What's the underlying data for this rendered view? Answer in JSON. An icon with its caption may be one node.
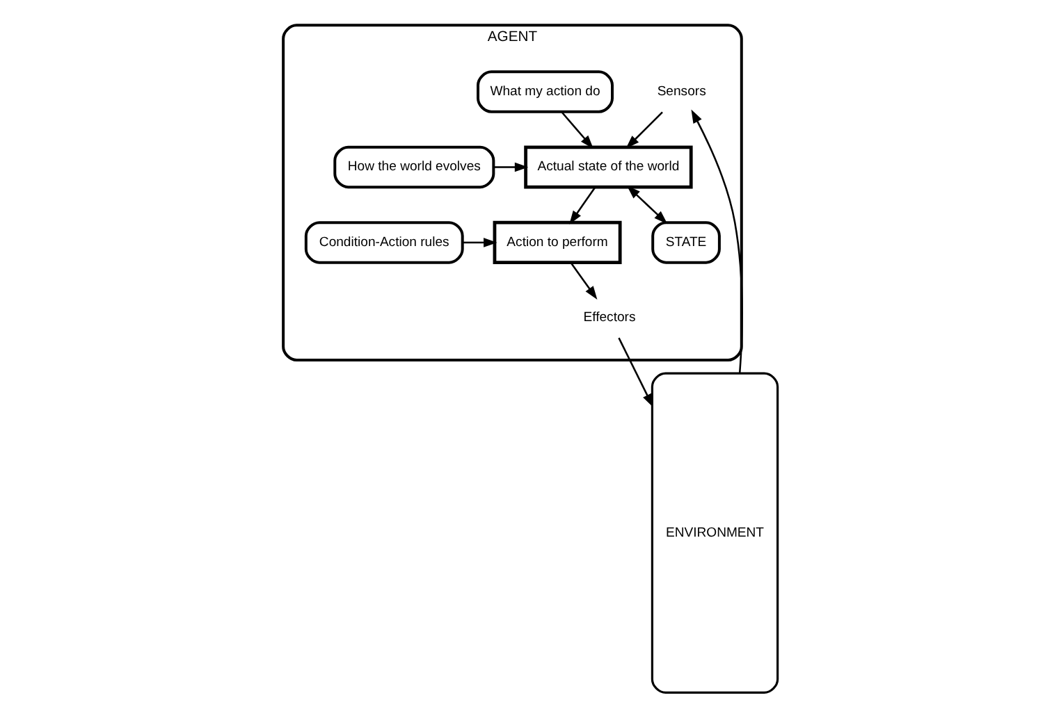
{
  "diagram": {
    "nodes": [
      {
        "text": [
          "AGENT"
        ]
      },
      {
        "text": [
          "STATE"
        ],
        "in": 0
      },
      {
        "text": [
          "Sensors"
        ],
        "in": 0
      },
      {
        "text": [
          "How the world evolves"
        ],
        "in": 0
      },
      {
        "text": [
          "Actual state of the world"
        ],
        "in": 0
      },
      {
        "text": [
          "What my action do"
        ],
        "in": 0
      },
      {
        "text": [
          "Condition-Action rules"
        ],
        "in": 0
      },
      {
        "text": [
          "Action to perform"
        ],
        "in": 0
      },
      {
        "text": [
          "Effectors"
        ],
        "in": 0
      },
      {
        "text": [
          "ENVIRONMENT"
        ]
      }
    ],
    "edges": [
      {
        "from": 9,
        "to": 2,
        "arrow": "to"
      },
      {
        "from": 2,
        "to": 4,
        "arrow": "to"
      },
      {
        "from": 4,
        "to": 1,
        "arrow": "both"
      },
      {
        "from": 3,
        "to": 4,
        "arrow": "to"
      },
      {
        "from": 5,
        "to": 4,
        "arrow": "to"
      },
      {
        "from": 4,
        "to": 7,
        "arrow": "to"
      },
      {
        "from": 6,
        "to": 7,
        "arrow": "to"
      },
      {
        "from": 7,
        "to": 8,
        "arrow": "to"
      },
      {
        "from": 8,
        "to": 9,
        "arrow": "to"
      }
    ]
  }
}
